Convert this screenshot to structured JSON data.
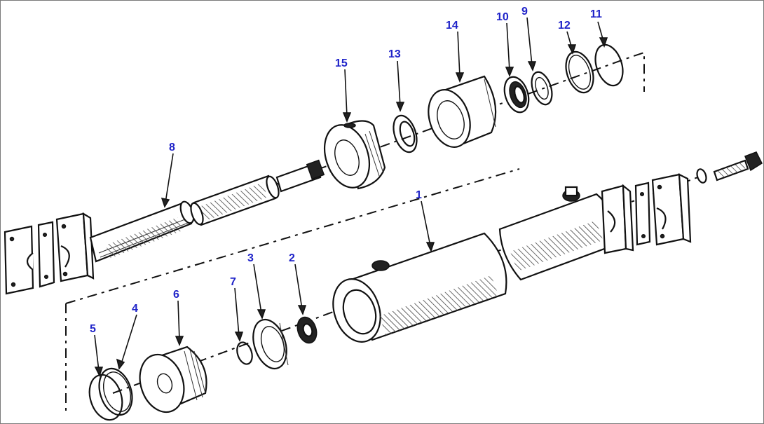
{
  "diagram": {
    "callouts": [
      {
        "id": "1",
        "label": "1"
      },
      {
        "id": "2",
        "label": "2"
      },
      {
        "id": "3",
        "label": "3"
      },
      {
        "id": "4",
        "label": "4"
      },
      {
        "id": "5",
        "label": "5"
      },
      {
        "id": "6",
        "label": "6"
      },
      {
        "id": "7",
        "label": "7"
      },
      {
        "id": "8",
        "label": "8"
      },
      {
        "id": "9",
        "label": "9"
      },
      {
        "id": "10",
        "label": "10"
      },
      {
        "id": "11",
        "label": "11"
      },
      {
        "id": "12",
        "label": "12"
      },
      {
        "id": "13",
        "label": "13"
      },
      {
        "id": "14",
        "label": "14"
      },
      {
        "id": "15",
        "label": "15"
      }
    ],
    "colors": {
      "callout": "#1f23c9",
      "line": "#111111",
      "background": "#ffffff"
    }
  }
}
